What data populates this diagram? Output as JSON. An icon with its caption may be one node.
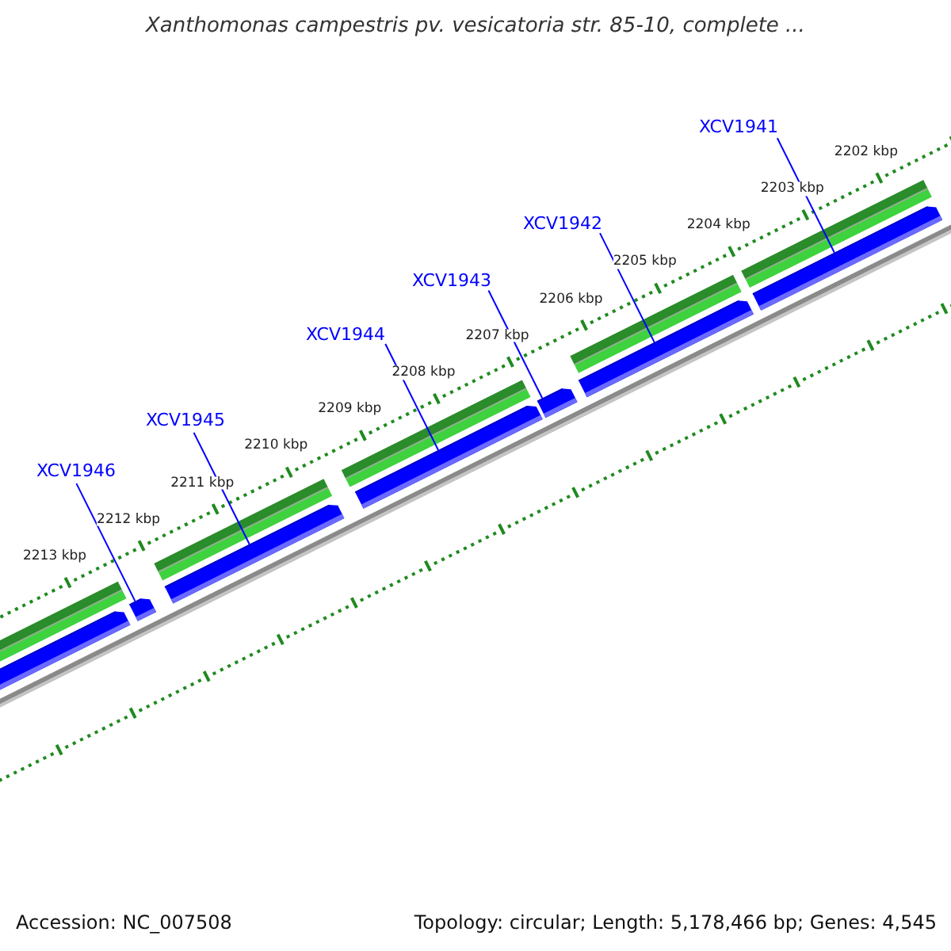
{
  "diagram": {
    "title": "Xanthomonas campestris pv. vesicatoria str. 85-10, complete ...",
    "nodes": [
      {
        "text": [
          "XCV1941"
        ]
      },
      {
        "text": [
          "XCV1942"
        ]
      },
      {
        "text": [
          "XCV1943"
        ]
      },
      {
        "text": [
          "XCV1944"
        ]
      },
      {
        "text": [
          "XCV1945"
        ]
      },
      {
        "text": [
          "XCV1946"
        ]
      },
      {
        "text": [],
        "shape": "bar"
      },
      {
        "text": [],
        "shape": "bar"
      },
      {
        "text": [],
        "shape": "bar"
      },
      {
        "text": [],
        "shape": "bar"
      },
      {
        "text": [],
        "shape": "bar"
      },
      {
        "text": [],
        "shape": "bar"
      },
      {
        "text": [],
        "shape": "bar"
      }
    ],
    "edges": [
      {
        "from": 5,
        "to": 7,
        "arrow": "none"
      },
      {
        "from": 4,
        "to": 8,
        "arrow": "none"
      },
      {
        "from": 3,
        "to": 9,
        "arrow": "none"
      },
      {
        "from": 2,
        "to": 10,
        "arrow": "none"
      },
      {
        "from": 1,
        "to": 11,
        "arrow": "none"
      },
      {
        "from": 0,
        "to": 12,
        "arrow": "none"
      }
    ],
    "labels": [
      "2202 kbp",
      "2203 kbp",
      "2204 kbp",
      "2205 kbp",
      "2206 kbp",
      "2207 kbp",
      "2208 kbp",
      "2209 kbp",
      "2210 kbp",
      "2211 kbp",
      "2212 kbp",
      "2213 kbp",
      "Accession: NC_007508",
      "Topology: circular; Length: 5,178,466 bp; Genes: 4,545"
    ]
  }
}
